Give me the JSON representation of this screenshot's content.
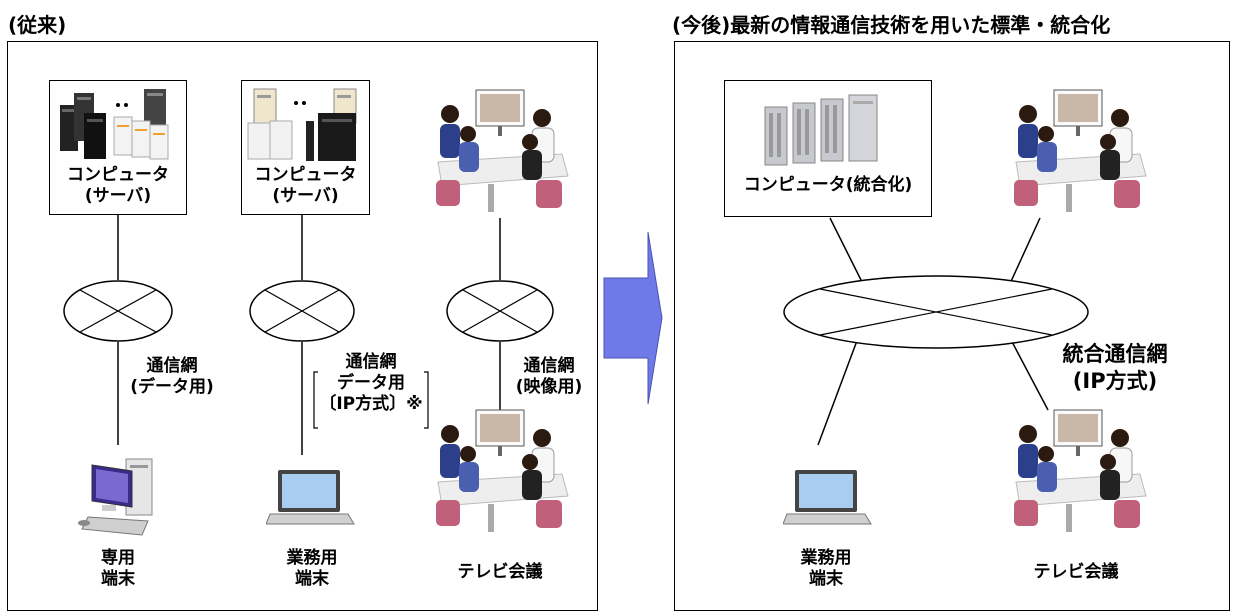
{
  "headers": {
    "before": "(従来)",
    "after": "(今後)最新の情報通信技術を用いた標準・統合化"
  },
  "before": {
    "server1": {
      "line1": "コンピュータ",
      "line2": "(サーバ)"
    },
    "server2": {
      "line1": "コンピュータ",
      "line2": "(サーバ)"
    },
    "net1": {
      "line1": "通信網",
      "line2": "(データ用)"
    },
    "net2": {
      "line1": "通信網",
      "line2": "データ用",
      "line3": "〔IP方式〕※"
    },
    "net3": {
      "line1": "通信網",
      "line2": "(映像用)"
    },
    "terminal1": {
      "line1": "専用",
      "line2": "端末"
    },
    "terminal2": {
      "line1": "業務用",
      "line2": "端末"
    },
    "conference": {
      "line1": "テレビ会議"
    }
  },
  "after": {
    "server": {
      "line1": "コンピュータ(統合化)"
    },
    "net": {
      "line1": "統合通信網",
      "line2": "(IP方式)"
    },
    "terminal": {
      "line1": "業務用",
      "line2": "端末"
    },
    "conference": {
      "line1": "テレビ会議"
    }
  },
  "colors": {
    "arrow": "#6f79e8",
    "arrow_border": "#4a52b0"
  },
  "icons": [
    "server-rack-icon",
    "server-tower-icon",
    "meeting-icon",
    "desktop-pc-icon",
    "laptop-icon",
    "arrow-right-icon"
  ]
}
